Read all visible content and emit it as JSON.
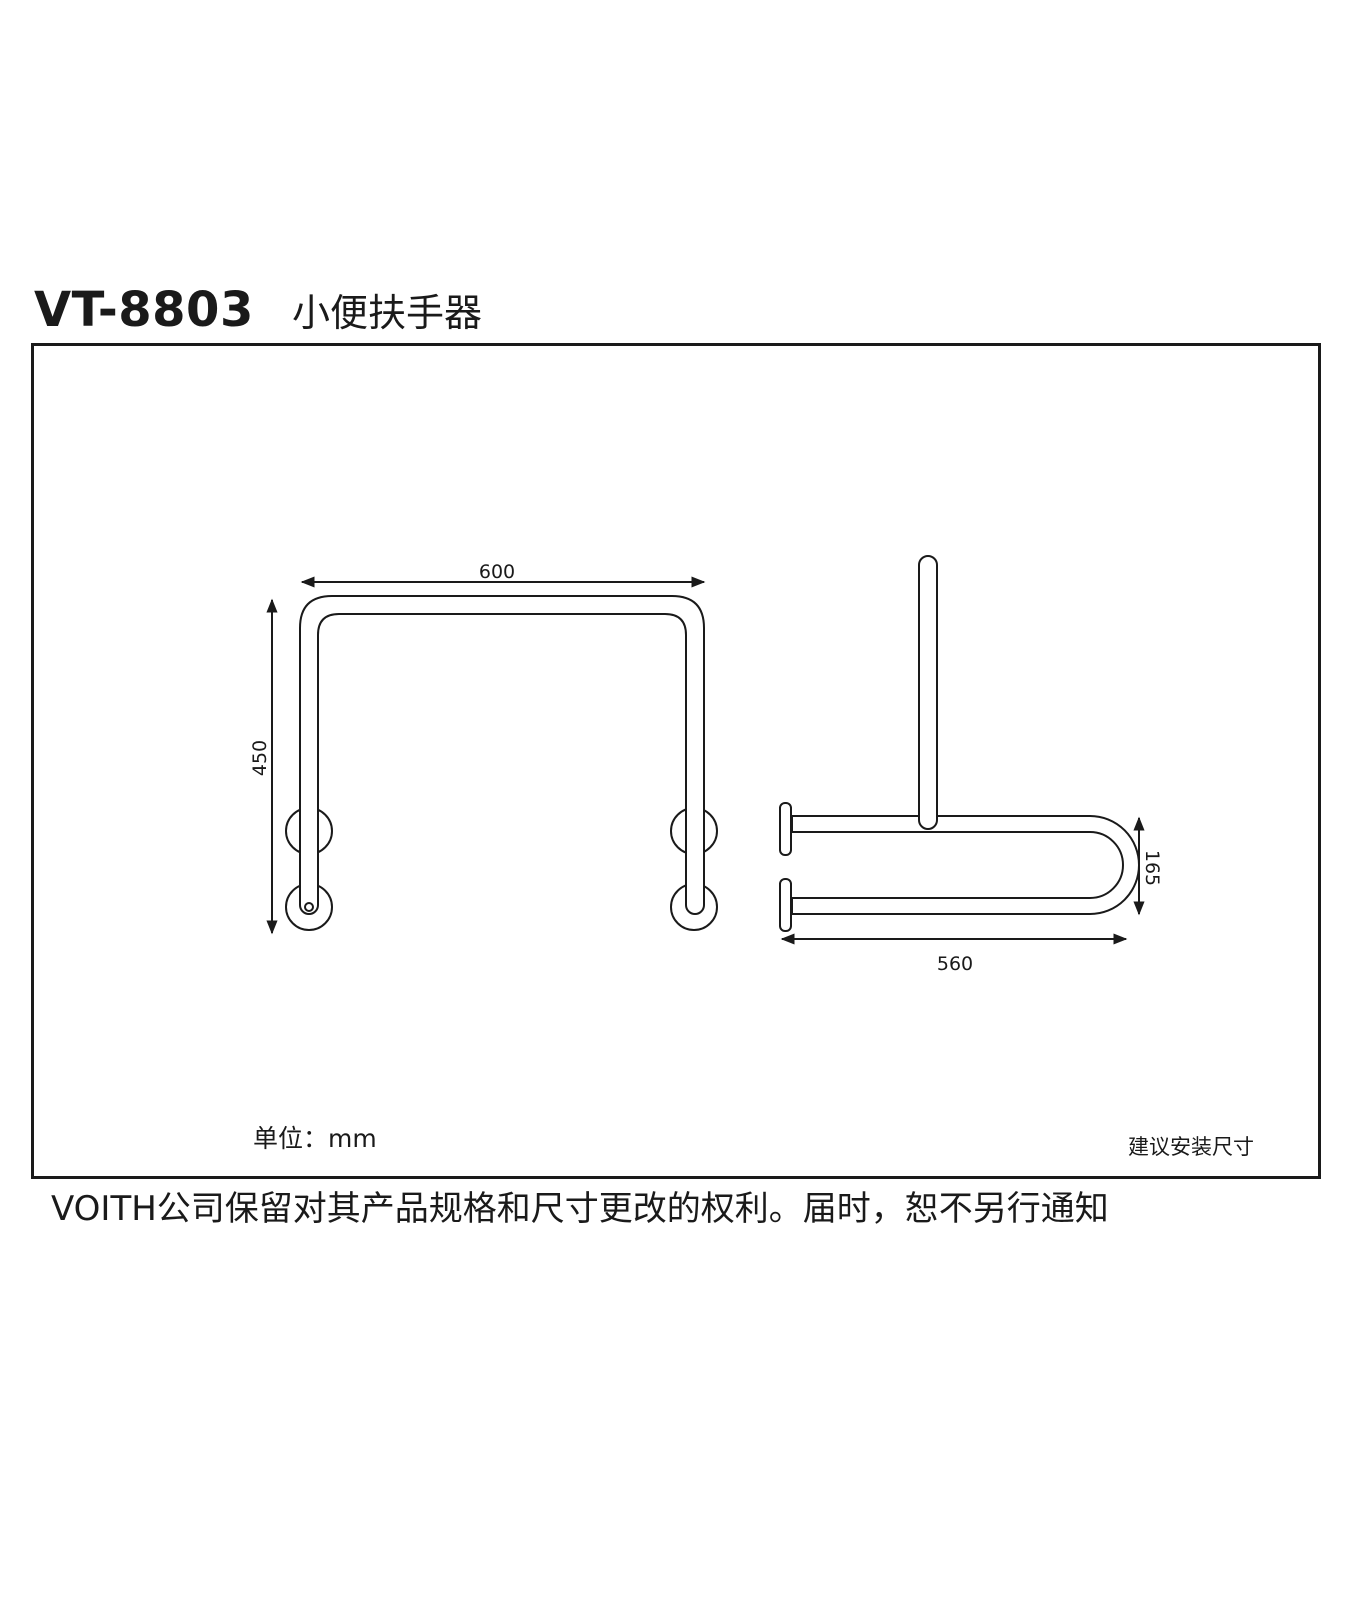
{
  "header": {
    "model": "VT-8803",
    "product_name": "小便扶手器"
  },
  "dimensions": {
    "width_front": "600",
    "height_front": "450",
    "depth_side": "165",
    "length_side": "560"
  },
  "labels": {
    "unit": "单位：mm",
    "install": "建议安装尺寸"
  },
  "footer": {
    "notice": "VOITH公司保留对其产品规格和尺寸更改的权利。届时，恕不另行通知"
  }
}
